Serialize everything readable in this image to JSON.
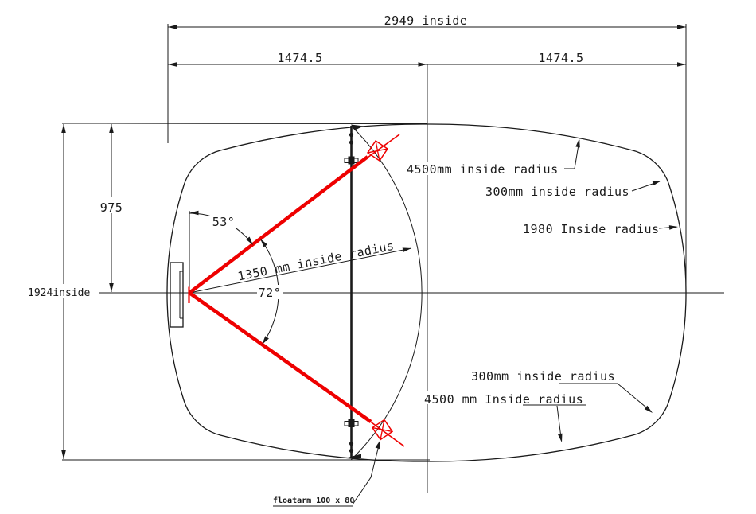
{
  "drawing": {
    "title_hint": "tank plan view with floatarm",
    "dimensions": {
      "overall_width": "2949 inside",
      "half_width_left": "1474.5",
      "half_width_right": "1474.5",
      "overall_height": "1924inside",
      "upper_height": "975",
      "angle_from_vertical": "53°",
      "angle_between_arms": "72°",
      "sweep_radius": "1350 mm inside radius"
    },
    "labels": {
      "radius_top_4500": "4500mm inside radius",
      "radius_top_300": "300mm inside radius",
      "radius_side_1980": "1980 Inside radius",
      "radius_bottom_300": "300mm inside radius",
      "radius_bottom_4500": "4500 mm Inside radius",
      "floatarm": "floatarm 100 x 80"
    },
    "colors": {
      "line": "#1a1a1a",
      "accent_red": "#ee0000",
      "background": "#ffffff"
    }
  }
}
